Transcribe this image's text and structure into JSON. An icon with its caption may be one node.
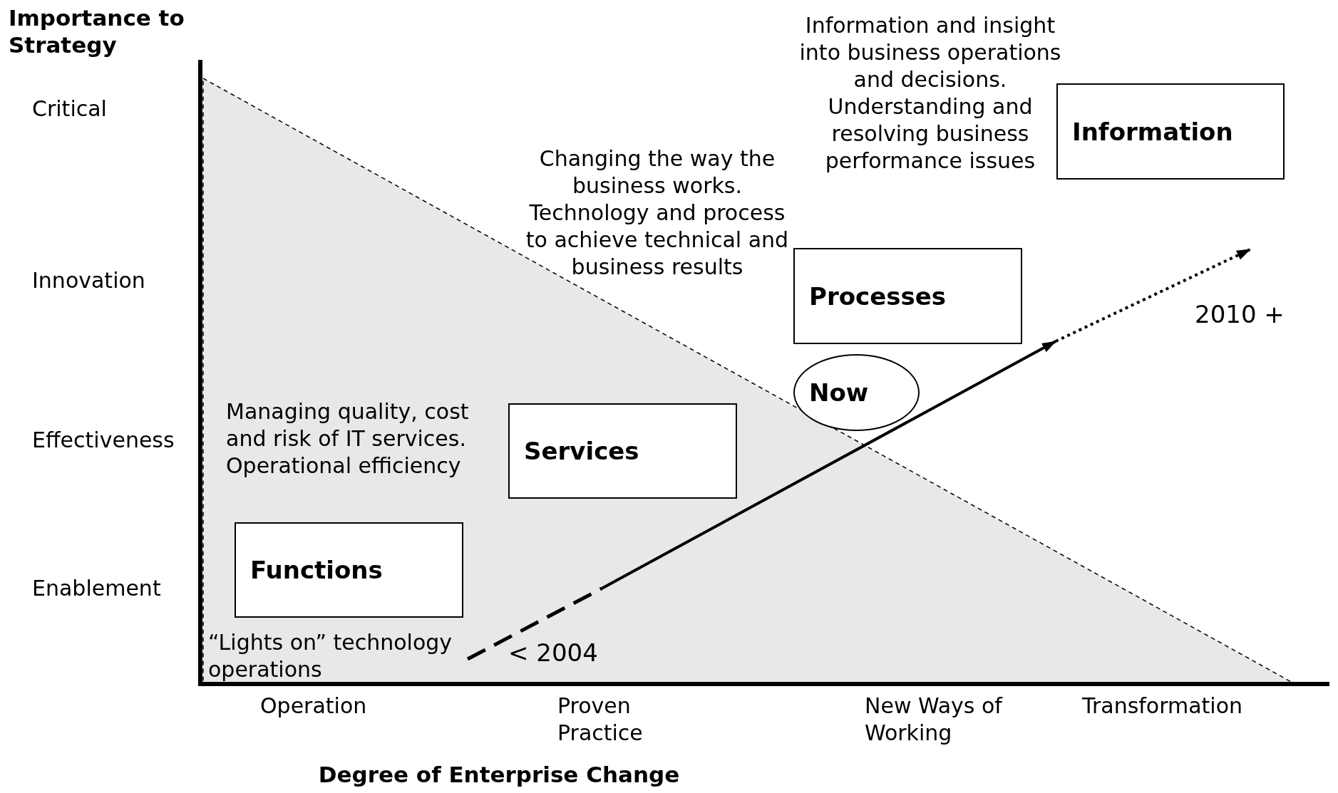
{
  "diagram": {
    "nodes": [
      {
        "text": [
          "Functions"
        ],
        "beside": [
          "“Lights on” technology operations"
        ]
      },
      {
        "text": [
          "Services"
        ],
        "beside": [
          "Managing quality, cost and risk of IT services. Operational efficiency"
        ]
      },
      {
        "text": [
          "Processes"
        ],
        "beside": [
          "Changing the way the business works. Technology and process to achieve technical and business results"
        ]
      },
      {
        "text": [
          "Information"
        ],
        "beside": [
          "Information and insight into business operations and decisions. Understanding and resolving business performance issues"
        ]
      },
      {
        "text": [
          "Now"
        ]
      }
    ],
    "labels": [
      "Importance to Strategy",
      "Critical",
      "Innovation",
      "Effectiveness",
      "Enablement",
      "2010 +",
      "< 2004",
      "Operation",
      "Proven Practice",
      "New Ways of Working",
      "Transformation",
      "Degree of Enterprise Change"
    ]
  }
}
